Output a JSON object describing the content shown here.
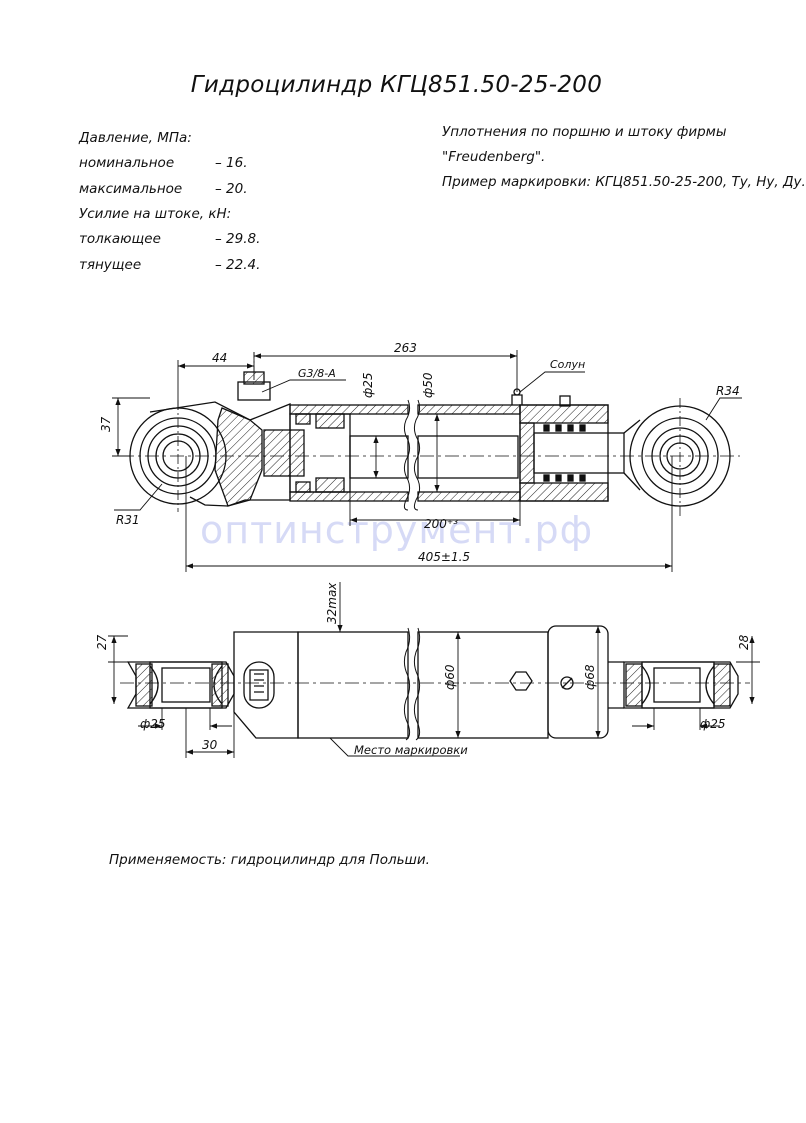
{
  "title": "Гидроцилиндр КГЦ851.50-25-200",
  "specs": {
    "pressure_header": "Давление, МПа:",
    "nominal_label": "номинальное",
    "nominal_value": "– 16.",
    "max_label": "максимальное",
    "max_value": "– 20.",
    "force_header": "Усилие на штоке, кН:",
    "push_label": "толкающее",
    "push_value": "– 29.8.",
    "pull_label": "тянущее",
    "pull_value": "– 22.4."
  },
  "notes": {
    "line1": "Уплотнения по поршню и штоку фирмы",
    "line2": "\"Freudenberg\".",
    "line3": "Пример маркировки: КГЦ851.50-25-200, Ту, Ну, Ду."
  },
  "drawing_labels": {
    "dim_44": "44",
    "dim_263": "263",
    "dim_37": "37",
    "port": "G3/8-A",
    "d25_rod": "ф25",
    "d50": "ф50",
    "grease": "Солун",
    "r34": "R34",
    "r31": "R31",
    "dim_200": "200⁺³",
    "dim_405": "405±1.5",
    "dim_32max": "32max",
    "dim_27": "27",
    "dim_28": "28",
    "d60": "ф60",
    "d68": "ф68",
    "d25_left": "ф25",
    "d25_right": "ф25",
    "dim_30": "30",
    "marking_place": "Место маркировки"
  },
  "application": "Применяемость: гидроцилиндр для Польши.",
  "watermark": "оптинструмент.рф"
}
